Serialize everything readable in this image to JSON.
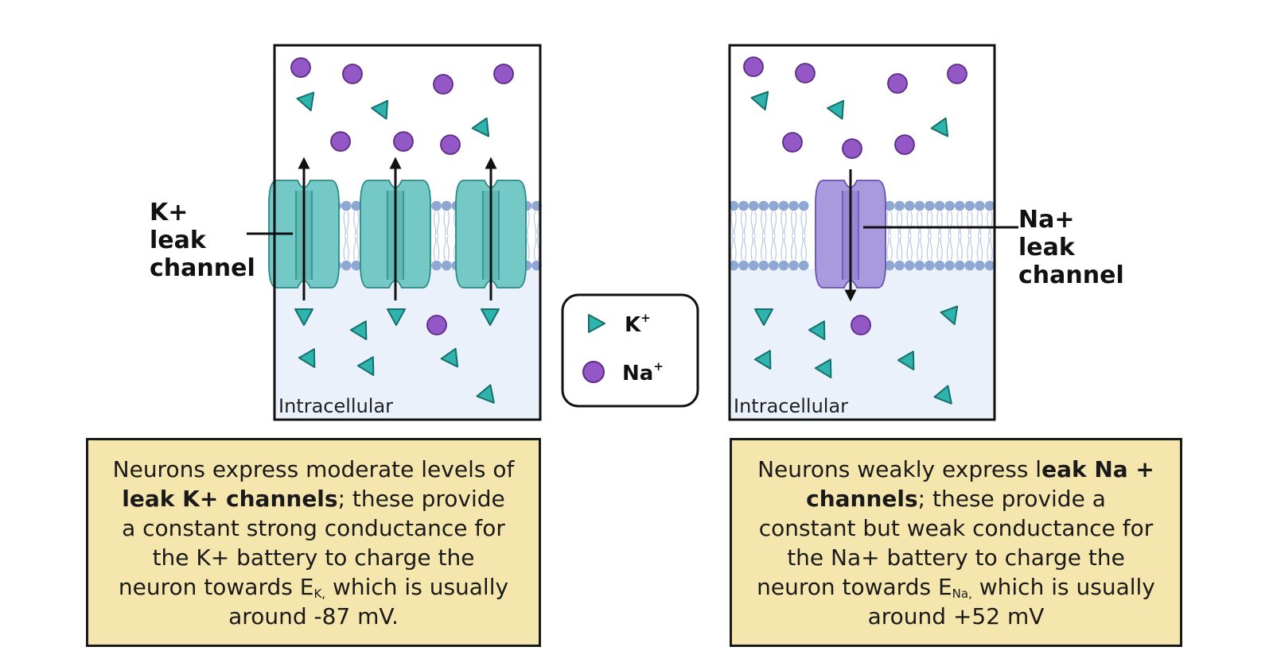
{
  "panels": {
    "left": {
      "channel_label": [
        "K+",
        "leak",
        "channel"
      ],
      "region_label": "Intracellular"
    },
    "right": {
      "channel_label": [
        "Na+",
        "leak",
        "channel"
      ],
      "region_label": "Intracellular"
    }
  },
  "legend": {
    "k_label": "K",
    "k_sup": "+",
    "na_label": "Na",
    "na_sup": "+"
  },
  "notes": {
    "left": {
      "t1": "Neurons express moderate levels of ",
      "b1": "leak K+ channels",
      "t2": "; these provide a constant strong conductance for the K+ battery to charge the neuron towards E",
      "sub": "K,",
      "t3": " which is usually around -87 mV."
    },
    "right": {
      "t1": "Neurons weakly express l",
      "b1": "eak Na + channels",
      "t2": "; these provide a constant but weak conductance for the Na+ battery to charge the neuron towards E",
      "sub": "Na,",
      "t3": " which is usually around +52 mV"
    }
  },
  "colors": {
    "potassium": "#2fb3ad",
    "sodium": "#9457c6",
    "k_channel": "#74c8c6",
    "na_channel": "#a99ae0",
    "membrane": "#8fa8d3",
    "intracellular": "#eaf1fb",
    "note_bg": "#f5e6ad"
  }
}
